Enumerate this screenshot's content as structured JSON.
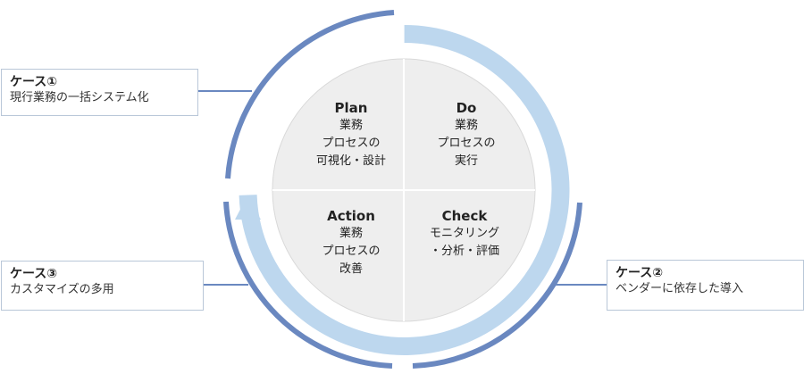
{
  "colors": {
    "outer_ring": "#6a88c0",
    "inner_ring": "#bdd7ee",
    "center_fill": "#eeeeee",
    "divider": "#ffffff",
    "connector": "#6a88c0",
    "box_border": "#b9c7d8"
  },
  "quadrants": {
    "plan": {
      "title": "Plan",
      "lines": [
        "業務",
        "プロセスの",
        "可視化・設計"
      ]
    },
    "do": {
      "title": "Do",
      "lines": [
        "業務",
        "プロセスの",
        "実行"
      ]
    },
    "action": {
      "title": "Action",
      "lines": [
        "業務",
        "プロセスの",
        "改善"
      ]
    },
    "check": {
      "title": "Check",
      "lines": [
        "モニタリング",
        "・分析・評価"
      ]
    }
  },
  "cases": {
    "case1": {
      "title": "ケース①",
      "desc": "現行業務の一括システム化"
    },
    "case2": {
      "title": "ケース②",
      "desc": "ベンダーに依存した導入"
    },
    "case3": {
      "title": "ケース③",
      "desc": "カスタマイズの多用"
    }
  }
}
